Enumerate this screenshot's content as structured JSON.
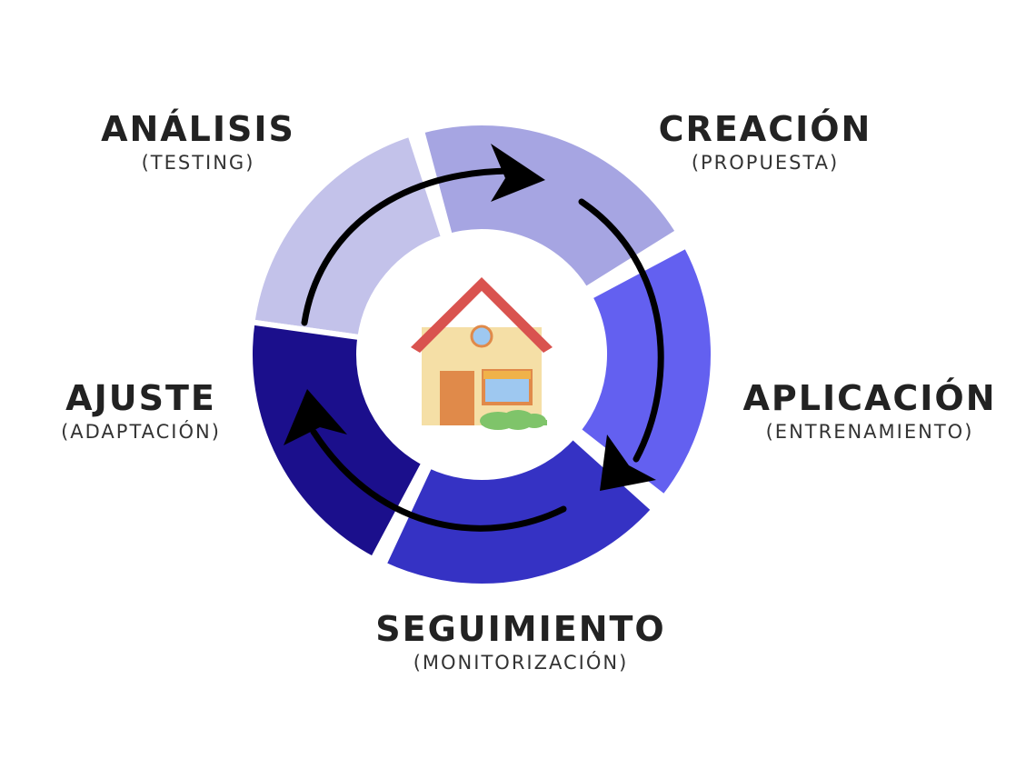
{
  "stages": [
    {
      "id": "analisis",
      "title": "ANÁLISIS",
      "subtitle": "(TESTING)",
      "color": "#c3c2ea"
    },
    {
      "id": "creacion",
      "title": "CREACIÓN",
      "subtitle": "(PROPUESTA)",
      "color": "#a6a5e2"
    },
    {
      "id": "aplicacion",
      "title": "APLICACIÓN",
      "subtitle": "(ENTRENAMIENTO)",
      "color": "#6360f0"
    },
    {
      "id": "seguimiento",
      "title": "SEGUIMIENTO",
      "subtitle": "(MONITORIZACIÓN)",
      "color": "#3532c4"
    },
    {
      "id": "ajuste",
      "title": "AJUSTE",
      "subtitle": "(ADAPTACIÓN)",
      "color": "#1b0f8c"
    }
  ],
  "center_icon": "house-icon",
  "colors": {
    "arrow": "#000000",
    "house_wall": "#f5dfa6",
    "house_roof": "#d9534f",
    "house_door": "#e08a4a",
    "house_window": "#9ec8f0",
    "bush": "#7fc46a"
  }
}
